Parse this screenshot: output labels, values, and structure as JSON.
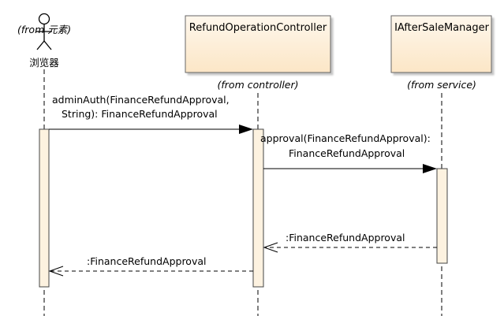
{
  "colors": {
    "box_fill": "#fdebd0",
    "box_border": "#555555",
    "activation_fill": "#fdf2e0",
    "line": "#000000",
    "shadow": "#c8c8c8"
  },
  "participants": [
    {
      "id": "browser",
      "kind": "actor",
      "stereotype": "(from 元素)",
      "label": "浏览器"
    },
    {
      "id": "controller",
      "kind": "class",
      "label": "RefundOperationController",
      "stereotype": "(from controller)"
    },
    {
      "id": "manager",
      "kind": "class",
      "label": "IAfterSaleManager",
      "stereotype": "(from service)"
    }
  ],
  "messages": [
    {
      "id": "msg1",
      "type": "sync",
      "line1": "adminAuth(FinanceRefundApproval,",
      "line2": "String): FinanceRefundApproval"
    },
    {
      "id": "msg2",
      "type": "sync",
      "line1": "approval(FinanceRefundApproval):",
      "line2": "FinanceRefundApproval"
    },
    {
      "id": "msg3",
      "type": "return",
      "line1": ":FinanceRefundApproval"
    },
    {
      "id": "msg4",
      "type": "return",
      "line1": ":FinanceRefundApproval"
    }
  ]
}
